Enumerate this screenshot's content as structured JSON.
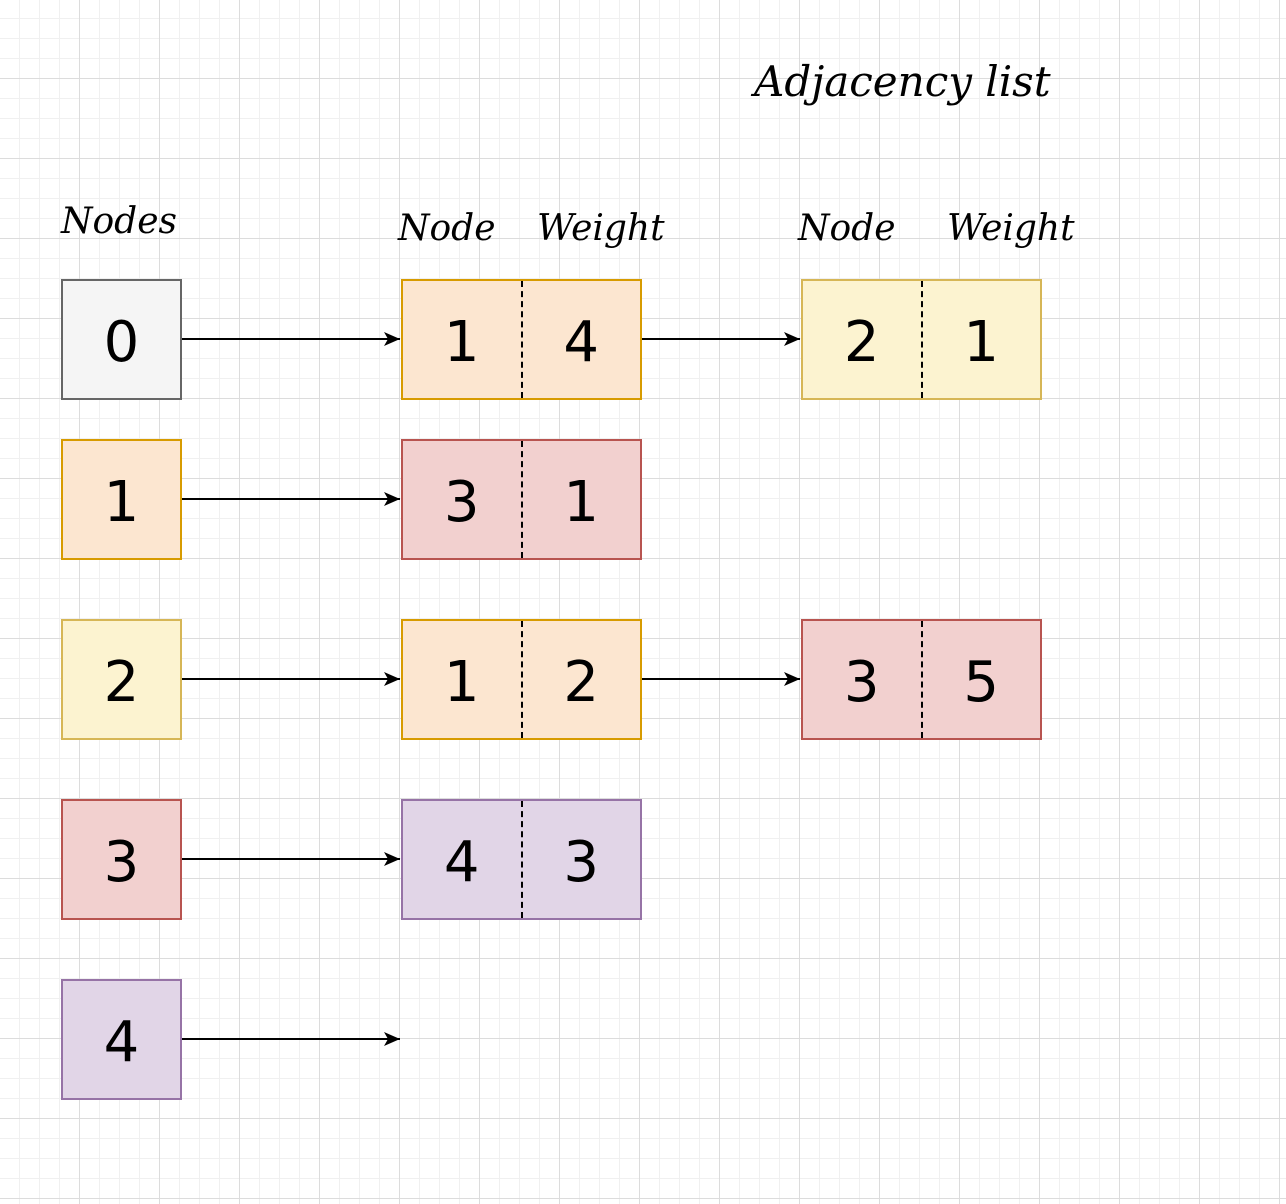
{
  "title": "Adjacency list",
  "headers": {
    "nodes": "Nodes",
    "node": "Node",
    "weight": "Weight"
  },
  "nodes": [
    {
      "id": "0",
      "color": "#f5f5f5",
      "edges": [
        {
          "node": "1",
          "weight": "4"
        },
        {
          "node": "2",
          "weight": "1"
        }
      ]
    },
    {
      "id": "1",
      "color": "#fce6d0",
      "edges": [
        {
          "node": "3",
          "weight": "1"
        }
      ]
    },
    {
      "id": "2",
      "color": "#fcf3d0",
      "edges": [
        {
          "node": "1",
          "weight": "2"
        },
        {
          "node": "3",
          "weight": "5"
        }
      ]
    },
    {
      "id": "3",
      "color": "#f2d0cf",
      "edges": [
        {
          "node": "4",
          "weight": "3"
        }
      ]
    },
    {
      "id": "4",
      "color": "#e1d5e7",
      "edges": []
    }
  ]
}
